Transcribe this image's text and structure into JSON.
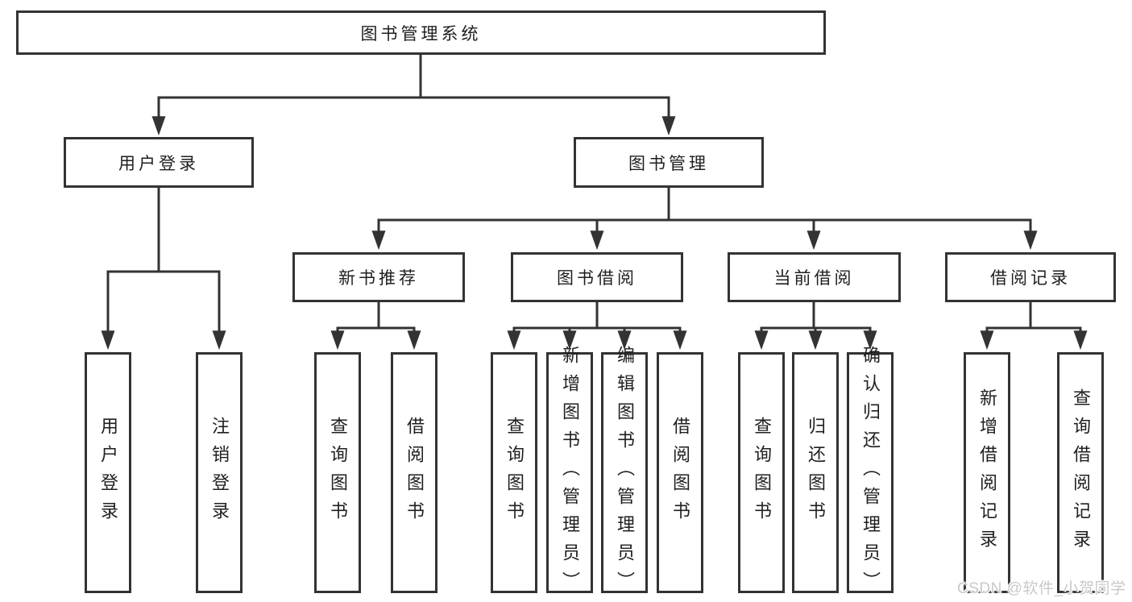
{
  "diagram": {
    "title": "图书管理系统",
    "type": "function-structure-tree",
    "root": {
      "label": "图书管理系统"
    },
    "level2": [
      {
        "label": "用户登录",
        "children": [
          "用户登录",
          "注销登录"
        ]
      },
      {
        "label": "图书管理",
        "children": [
          "新书推荐",
          "图书借阅",
          "当前借阅",
          "借阅记录"
        ]
      }
    ],
    "level3": [
      {
        "label": "新书推荐",
        "parent": "图书管理",
        "children": [
          "查询图书",
          "借阅图书"
        ]
      },
      {
        "label": "图书借阅",
        "parent": "图书管理",
        "children": [
          "查询图书",
          "新增图书（管理员）",
          "编辑图书（管理员）",
          "借阅图书"
        ]
      },
      {
        "label": "当前借阅",
        "parent": "图书管理",
        "children": [
          "查询图书",
          "归还图书",
          "确认归还（管理员）"
        ]
      },
      {
        "label": "借阅记录",
        "parent": "图书管理",
        "children": [
          "新增借阅记录",
          "查询借阅记录"
        ]
      }
    ]
  },
  "watermark": {
    "text": "CSDN @软件_小贺同学"
  },
  "colors": {
    "line": "#333333",
    "box_border": "#333333",
    "text": "#1f1f1f",
    "background": "#ffffff",
    "watermark": "#c9c9c9"
  }
}
